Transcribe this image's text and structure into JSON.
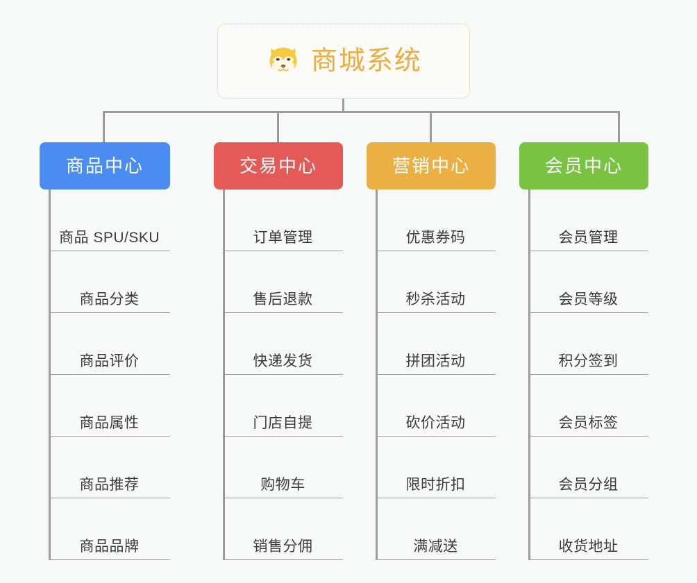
{
  "diagram": {
    "title": "商城系统",
    "root": {
      "label": "商城系统",
      "icon": "shiba-dog-face-emoji",
      "border_color": "#efc46a",
      "text_color": "#eeac3e"
    },
    "background_color": "#f7f8f8",
    "connector_color": "#9b9b9b",
    "branches": [
      {
        "label": "商品中心",
        "color": "#4a8df2",
        "items": [
          "商品 SPU/SKU",
          "商品分类",
          "商品评价",
          "商品属性",
          "商品推荐",
          "商品品牌"
        ]
      },
      {
        "label": "交易中心",
        "color": "#e55a56",
        "items": [
          "订单管理",
          "售后退款",
          "快递发货",
          "门店自提",
          "购物车",
          "销售分佣"
        ]
      },
      {
        "label": "营销中心",
        "color": "#ecaf44",
        "items": [
          "优惠券码",
          "秒杀活动",
          "拼团活动",
          "砍价活动",
          "限时折扣",
          "满减送"
        ]
      },
      {
        "label": "会员中心",
        "color": "#78c342",
        "items": [
          "会员管理",
          "会员等级",
          "积分签到",
          "会员标签",
          "会员分组",
          "收货地址"
        ]
      }
    ]
  }
}
